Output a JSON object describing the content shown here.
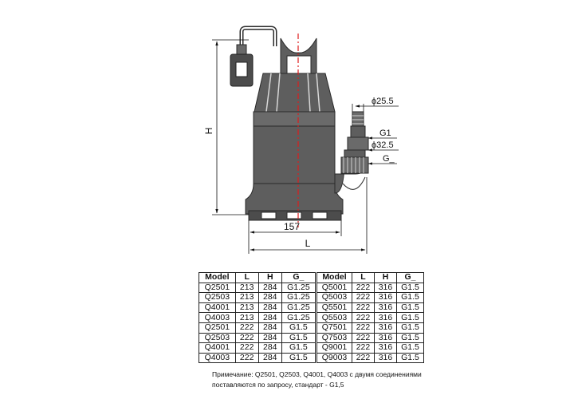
{
  "drawing": {
    "labels": {
      "height_dim": "H",
      "width_dim": "157",
      "length_dim": "L",
      "hose_diameter": "ϕ25.5",
      "thread_outlet": "G1",
      "outlet_diameter": "ϕ32.5",
      "thread_base": "G_"
    },
    "colors": {
      "body_fill": "#5e5e5e",
      "body_stroke": "#2a2a2a",
      "center_line": "#e01c1c",
      "dim_line": "#111111"
    }
  },
  "tables": {
    "left": {
      "headers": [
        "Model",
        "L",
        "H",
        "G_"
      ],
      "rows": [
        [
          "Q2501",
          "213",
          "284",
          "G1.25"
        ],
        [
          "Q2503",
          "213",
          "284",
          "G1.25"
        ],
        [
          "Q4001",
          "213",
          "284",
          "G1.25"
        ],
        [
          "Q4003",
          "213",
          "284",
          "G1.25"
        ],
        [
          "Q2501",
          "222",
          "284",
          "G1.5"
        ],
        [
          "Q2503",
          "222",
          "284",
          "G1.5"
        ],
        [
          "Q4001",
          "222",
          "284",
          "G1.5"
        ],
        [
          "Q4003",
          "222",
          "284",
          "G1.5"
        ]
      ]
    },
    "right": {
      "headers": [
        "Model",
        "L",
        "H",
        "G_"
      ],
      "rows": [
        [
          "Q5001",
          "222",
          "316",
          "G1.5"
        ],
        [
          "Q5003",
          "222",
          "316",
          "G1.5"
        ],
        [
          "Q5501",
          "222",
          "316",
          "G1.5"
        ],
        [
          "Q5503",
          "222",
          "316",
          "G1.5"
        ],
        [
          "Q7501",
          "222",
          "316",
          "G1.5"
        ],
        [
          "Q7503",
          "222",
          "316",
          "G1.5"
        ],
        [
          "Q9001",
          "222",
          "316",
          "G1.5"
        ],
        [
          "Q9003",
          "222",
          "316",
          "G1.5"
        ]
      ]
    }
  },
  "note": {
    "line1": "Примечание: Q2501, Q2503, Q4001, Q4003 с двумя соединениями",
    "line2": "поставляются по запросу, стандарт - G1,5"
  }
}
